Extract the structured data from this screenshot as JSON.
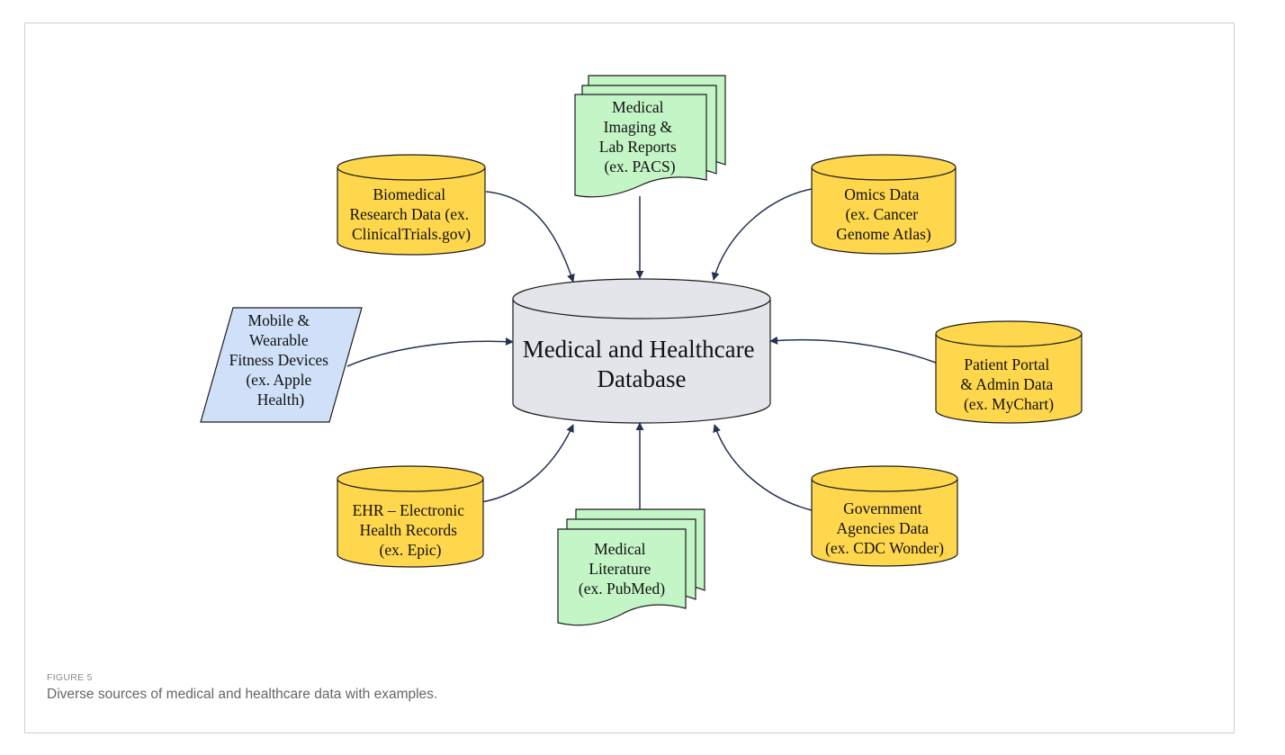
{
  "colors": {
    "database": "#ffd74d",
    "document": "#c4f5c6",
    "device": "#cfe0f8",
    "center": "#e3e5ea",
    "stroke": "#1c1c1c",
    "arrow": "#253353"
  },
  "center": {
    "lines": [
      "Medical and Healthcare",
      "Database"
    ]
  },
  "nodes": {
    "biomedical": {
      "lines": [
        "Biomedical",
        "Research Data (ex.",
        "ClinicalTrials.gov)"
      ]
    },
    "imaging": {
      "lines": [
        "Medical",
        "Imaging &",
        "Lab Reports",
        "(ex. PACS)"
      ]
    },
    "omics": {
      "lines": [
        "Omics Data",
        "(ex. Cancer",
        "Genome Atlas)"
      ]
    },
    "mobile": {
      "lines": [
        "Mobile &",
        "Wearable",
        "Fitness Devices",
        "(ex. Apple",
        "Health)"
      ]
    },
    "portal": {
      "lines": [
        "Patient Portal",
        "& Admin Data",
        "(ex. MyChart)"
      ]
    },
    "ehr": {
      "lines": [
        "EHR – Electronic",
        "Health Records",
        "(ex. Epic)"
      ]
    },
    "literature": {
      "lines": [
        "Medical",
        "Literature",
        "(ex. PubMed)"
      ]
    },
    "government": {
      "lines": [
        "Government",
        "Agencies Data",
        "(ex. CDC Wonder)"
      ]
    }
  },
  "figure": {
    "label": "FIGURE 5",
    "caption": "Diverse sources of medical and healthcare data with examples."
  }
}
